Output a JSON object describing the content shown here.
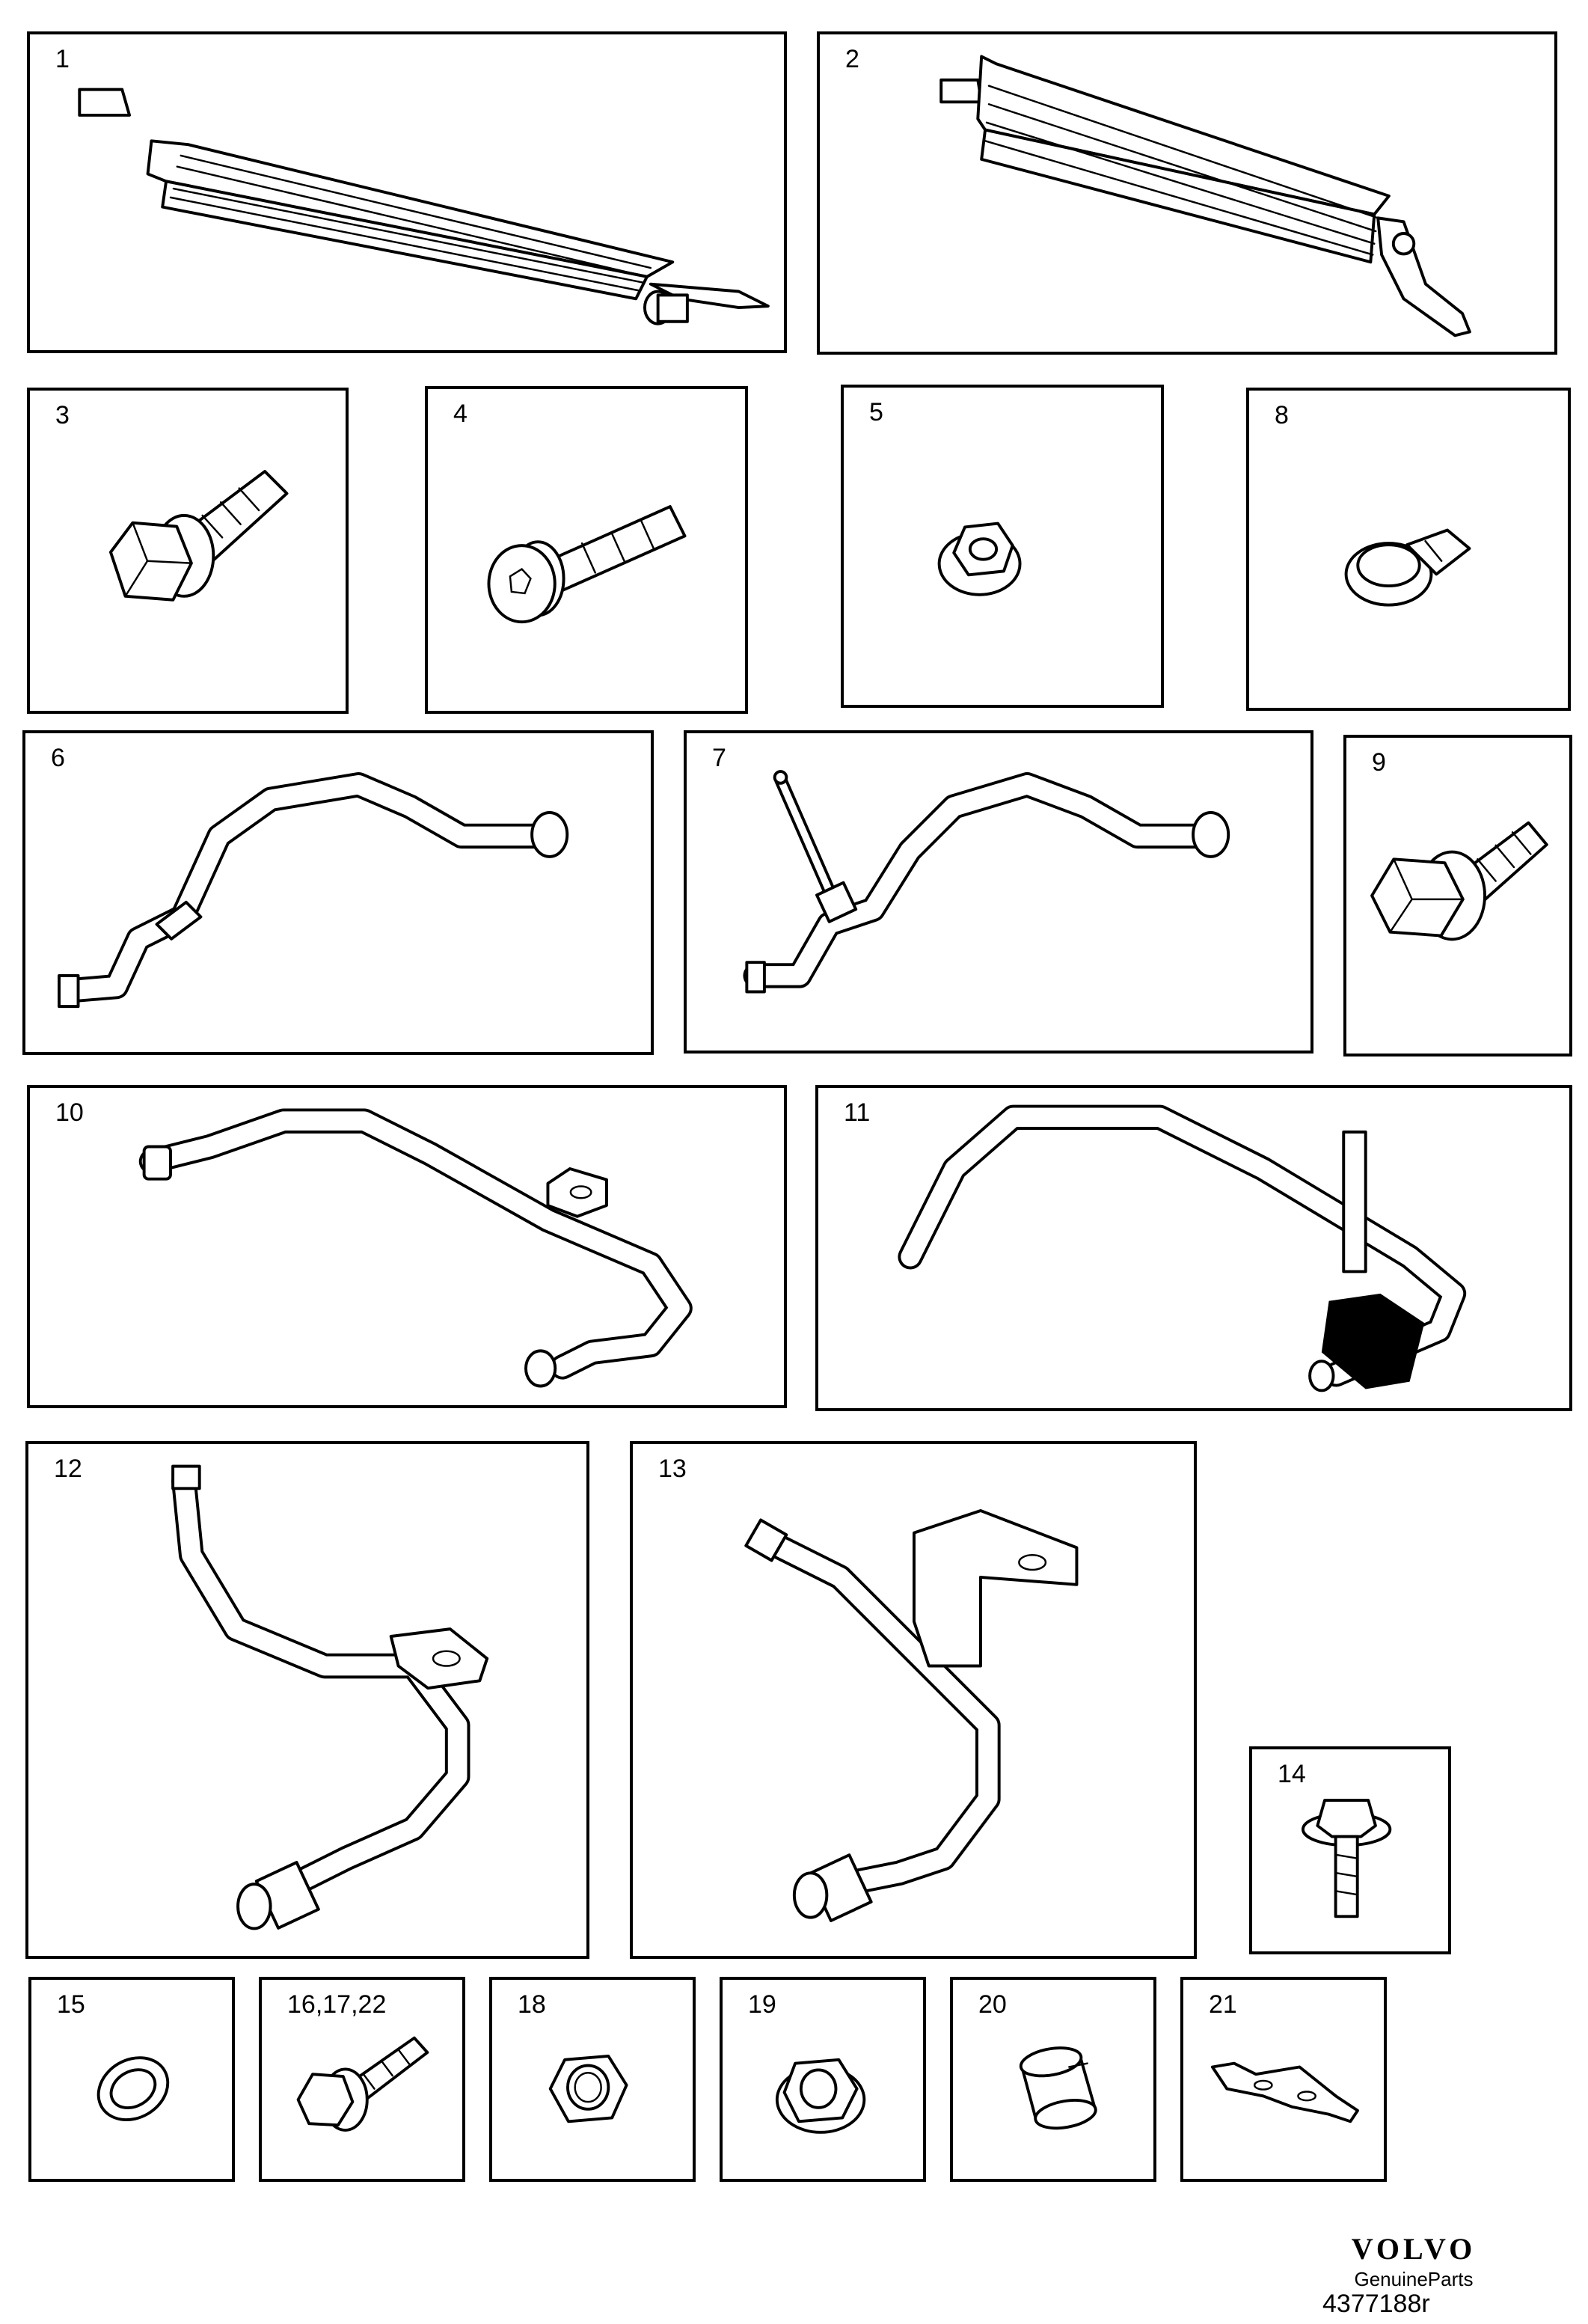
{
  "panels": [
    {
      "label": "1"
    },
    {
      "label": "2"
    },
    {
      "label": "3"
    },
    {
      "label": "4"
    },
    {
      "label": "5"
    },
    {
      "label": "8"
    },
    {
      "label": "6"
    },
    {
      "label": "7"
    },
    {
      "label": "9"
    },
    {
      "label": "10"
    },
    {
      "label": "11"
    },
    {
      "label": "12"
    },
    {
      "label": "13"
    },
    {
      "label": "14"
    },
    {
      "label": "15"
    },
    {
      "label": "16,17,22"
    },
    {
      "label": "18"
    },
    {
      "label": "19"
    },
    {
      "label": "20"
    },
    {
      "label": "21"
    }
  ],
  "brand": {
    "logo": "VOLVO",
    "subtitle": "GenuineParts"
  },
  "document_number": "4377188r"
}
